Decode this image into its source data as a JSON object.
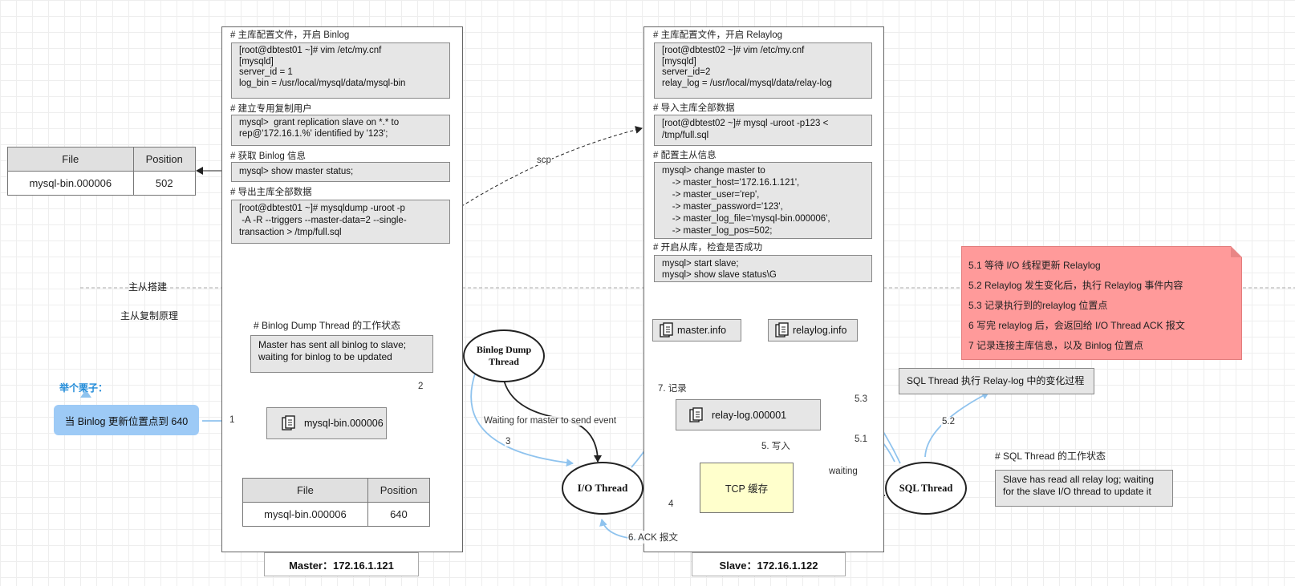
{
  "master": {
    "caption_binlog": "# 主库配置文件，开启 Binlog",
    "code_mycnf": "[root@dbtest01 ~]# vim /etc/my.cnf\n[mysqld]\nserver_id = 1\nlog_bin = /usr/local/mysql/data/mysql-bin",
    "caption_user": "# 建立专用复制用户",
    "code_grant": "mysql>  grant replication slave on *.* to\nrep@'172.16.1.%' identified by '123';",
    "caption_status": "# 获取 Binlog 信息",
    "code_status": "mysql> show master status;",
    "caption_dump": "# 导出主库全部数据",
    "code_dump": "[root@dbtest01 ~]# mysqldump -uroot -p\n -A -R --triggers --master-data=2 --single-\ntransaction > /tmp/full.sql",
    "caption_dump_thread": "# Binlog Dump Thread 的工作状态",
    "dump_state": "Master has sent all binlog to slave;\nwaiting for binlog to be updated",
    "binlog_file": "mysql-bin.000006",
    "footer": "Master：172.16.1.121"
  },
  "slave": {
    "caption_relaylog": "# 主库配置文件，开启 Relaylog",
    "code_mycnf": "[root@dbtest02 ~]# vim /etc/my.cnf\n[mysqld]\nserver_id=2\nrelay_log = /usr/local/mysql/data/relay-log",
    "caption_import": "# 导入主库全部数据",
    "code_import": "[root@dbtest02 ~]# mysql -uroot -p123 <\n/tmp/full.sql",
    "caption_config": "# 配置主从信息",
    "code_change": "mysql> change master to\n    -> master_host='172.16.1.121',\n    -> master_user='rep',\n    -> master_password='123',\n    -> master_log_file='mysql-bin.000006',\n    -> master_log_pos=502;",
    "caption_start": "# 开启从库，检查是否成功",
    "code_start": "mysql> start slave;\nmysql> show slave status\\G",
    "master_info": "master.info",
    "relaylog_info": "relaylog.info",
    "relay_file": "relay-log.000001",
    "tcp_cache": "TCP 缓存",
    "footer": "Slave：172.16.1.122"
  },
  "top_table": {
    "headers": [
      "File",
      "Position"
    ],
    "row": [
      "mysql-bin.000006",
      "502"
    ]
  },
  "bottom_table": {
    "headers": [
      "File",
      "Position"
    ],
    "row": [
      "mysql-bin.000006",
      "640"
    ]
  },
  "sections": {
    "setup": "主从搭建",
    "principle": "主从复制原理"
  },
  "example": {
    "title": "举个栗子：",
    "text": "当 Binlog 更新位置点到 640"
  },
  "threads": {
    "dump": "Binlog Dump\nThread",
    "io": "I/O Thread",
    "sql": "SQL Thread"
  },
  "labels": {
    "scp": "scp",
    "waiting_event": "Waiting for master to send event",
    "step1": "1",
    "step2": "2",
    "step3": "3",
    "step4": "4",
    "step5": "5. 写入",
    "step6": "6. ACK 报文",
    "step7": "7. 记录",
    "step51": "5.1",
    "step52": "5.2",
    "step53": "5.3",
    "waiting": "waiting"
  },
  "note": {
    "items": [
      "5.1 等待 I/O 线程更新 Relaylog",
      "5.2 Relaylog 发生变化后，执行 Relaylog 事件内容",
      "5.3 记录执行到的relaylog 位置点",
      "6 写完 relaylog 后，会返回给 I/O Thread ACK 报文",
      "7 记录连接主库信息，以及 Binlog 位置点"
    ]
  },
  "sql_exec": "SQL Thread 执行 Relay-log 中的变化过程",
  "sql_state_caption": "#  SQL Thread 的工作状态",
  "sql_state": "Slave has read all relay log; waiting\nfor the slave I/O thread to update it",
  "colors": {
    "note_bg": "#ff9a9a",
    "example_bg": "#9dcaf6",
    "arrow_blue": "#9ccaf0",
    "tcp_bg": "#ffffcc",
    "example_title": "#1f8ad8"
  }
}
